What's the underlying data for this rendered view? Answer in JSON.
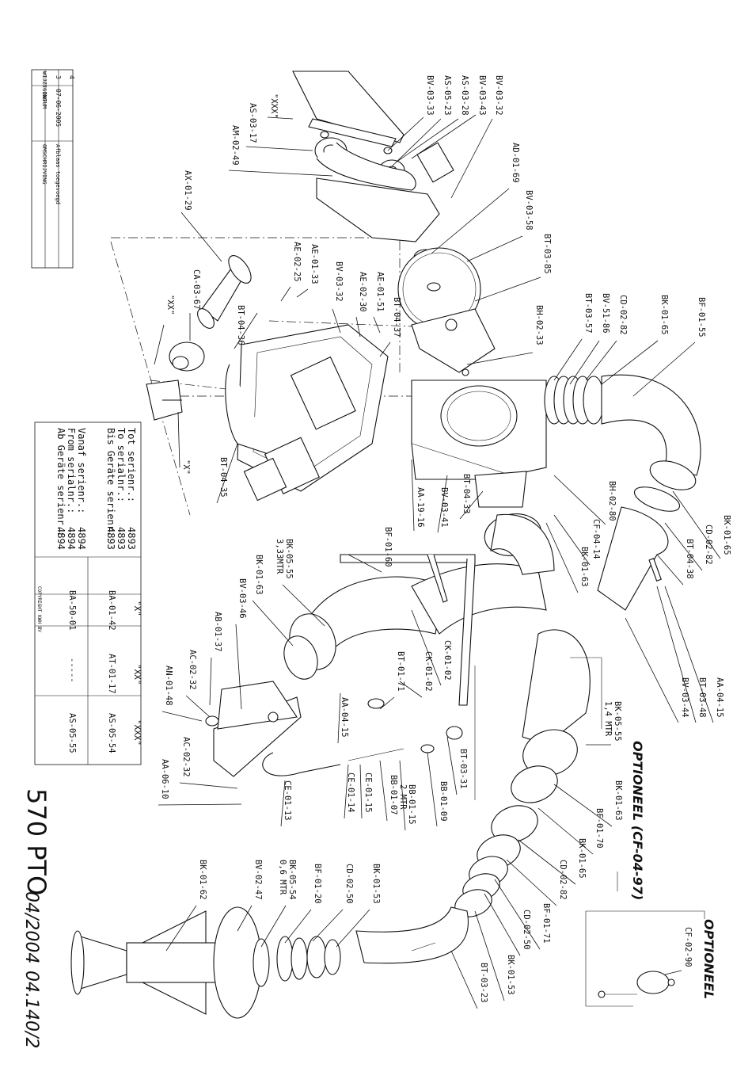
{
  "revision_block": {
    "rows": [
      {
        "num": "4",
        "date": "",
        "desc": ""
      },
      {
        "num": "3",
        "date": "07-06-2005",
        "desc": "Afblaas toegevoegd"
      }
    ],
    "headers": {
      "num": "WIJZIGING",
      "date": "DATUM",
      "desc": "OMSCHRIJVING"
    }
  },
  "serial_table": {
    "rows": [
      {
        "label": "Tot serienr.:",
        "value": "4893",
        "x": "BA-01-42",
        "xx": "AT-01-17",
        "xxx": "AS-05-54"
      },
      {
        "label": "To serialnr.:",
        "value": "4893"
      },
      {
        "label": "Bis Geräte serienr.:",
        "value": "4893"
      },
      {
        "label": "Vanaf serienr.:",
        "value": "4894",
        "x": "BA-50-01",
        "xx": "-----",
        "xxx": "AS-05-55"
      },
      {
        "label": "From serialnr.:",
        "value": "4894"
      },
      {
        "label": "Ab Geräte serienr.:",
        "value": "4894"
      }
    ],
    "col_headers": {
      "x": "\"X\"",
      "xx": "\"XX\"",
      "xxx": "\"XXX\""
    }
  },
  "copyright": "COPYRIGHT KWH BV",
  "model": "570 PTO",
  "date": "04/2004",
  "sheet": "04.140/2",
  "optioneel_1": "OPTIONEEL (CF-04-97)",
  "optioneel_2": "OPTIONEEL",
  "labels": {
    "L01": "BV-03-32",
    "L02": "BV-03-43",
    "L03": "AS-03-28",
    "L04": "AS-05-23",
    "L05": "BV-03-33",
    "L06": "\"XXX\"",
    "L07": "AS-03-17",
    "L08": "AM-02-49",
    "L09": "AD-01-69",
    "L10": "BV-03-58",
    "L11": "BT-03-85",
    "L12": "BH-02-33",
    "L13": "BT-03-57",
    "L14": "BV-51-86",
    "L15": "CD-02-82",
    "L16": "BK-01-65",
    "L17": "BF-01-55",
    "L18": "AX-01-29",
    "L19": "CA-03-67",
    "L20": "\"XX\"",
    "L21": "BT-04-36",
    "L22": "AE-02-25",
    "L23": "AE-01-33",
    "L24": "BV-03-32",
    "L25": "AE-02-30",
    "L26": "AE-01-51",
    "L27": "BT-04-37",
    "L28": "\"X\"",
    "L29": "BT-04-35",
    "L30": "AA-19-16",
    "L31": "BV-03-41",
    "L32": "BT-04-33",
    "L33": "BH-02-80",
    "L34": "CF-04-14",
    "L35": "BK-01-63",
    "L36": "BF-01-60",
    "L37": "BK-01-65",
    "L38": "CD-02-82",
    "L39": "BT-04-38",
    "L40": "AA-04-15",
    "L41": "BT-03-48",
    "L42": "BV-03-44",
    "L43": "BK-05-55",
    "L44": "3,33MTR",
    "L45": "BK-01-63",
    "L46": "BV-03-46",
    "L47": "AB-01-37",
    "L48": "AC-02-32",
    "L49": "AN-01-48",
    "L50": "CK-01-02",
    "L51": "CK-01-02",
    "L52": "BT-01-71",
    "L53": "AA-04-15",
    "L54": "BK-05-55",
    "L55": "1,4 MTR",
    "L56": "BT-03-31",
    "L57": "BB-01-09",
    "L58": "BB-01-15",
    "L59": "2 MTR",
    "L60": "BB-01-07",
    "L61": "CE-01-15",
    "L62": "CE-01-14",
    "L63": "CE-01-13",
    "L64": "AC-02-32",
    "L65": "AA-06-10",
    "L66": "BK-01-63",
    "L67": "BF-01-70",
    "L68": "BK-01-65",
    "L69": "CD-02-82",
    "L70": "BF-01-71",
    "L71": "CD-02-50",
    "L72": "BK-01-53",
    "L73": "BT-03-23",
    "L74": "BK-01-62",
    "L75": "BV-02-47",
    "L76": "BK-05-54",
    "L77": "0,6 MTR",
    "L78": "BF-01-20",
    "L79": "CD-02-50",
    "L80": "BK-01-53",
    "L81": "CF-02-90"
  }
}
